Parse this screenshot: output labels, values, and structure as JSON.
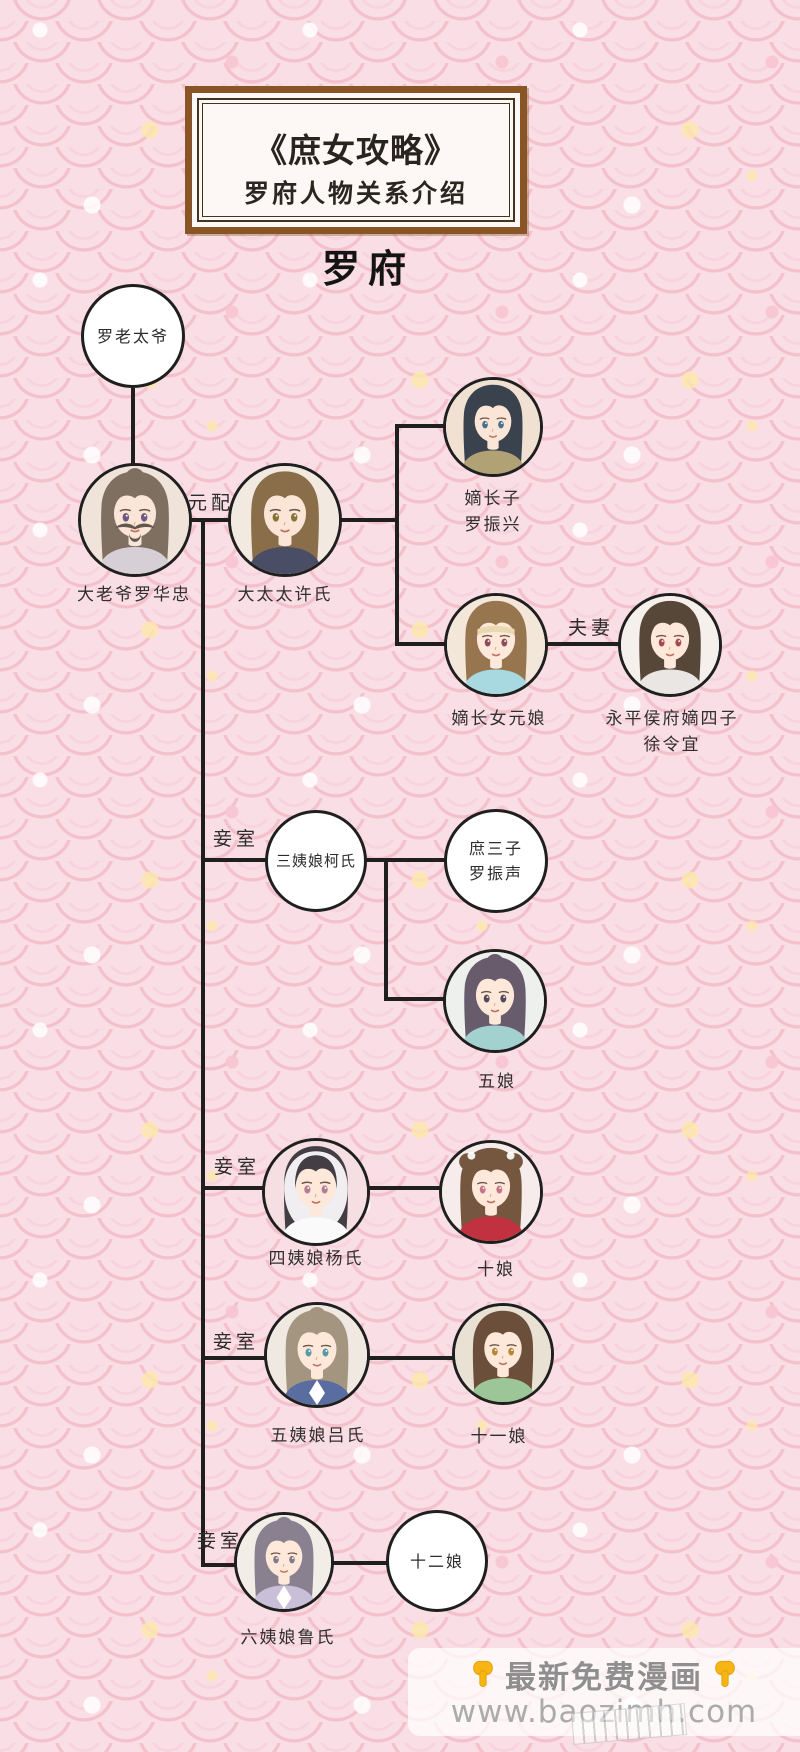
{
  "title": {
    "line1": "《庶女攻略》",
    "line2": "罗府人物关系介绍"
  },
  "heading": "罗府",
  "relationship_labels": {
    "first_wife": "元配",
    "couple": "夫妻",
    "concubine": "妾室"
  },
  "nodes": {
    "patriarch": {
      "label": "罗老太爷"
    },
    "da_laoye": {
      "label": "大老爷罗华忠"
    },
    "da_taitai": {
      "label": "大太太许氏"
    },
    "di_zhangzi": {
      "line1": "嫡长子",
      "line2": "罗振兴"
    },
    "di_zhangnv": {
      "label": "嫡长女元娘"
    },
    "xu_lingyi": {
      "line1": "永平侯府嫡四子",
      "line2": "徐令宜"
    },
    "san_yiniang": {
      "label": "三姨娘柯氏"
    },
    "shu_sanzi": {
      "line1": "庶三子",
      "line2": "罗振声"
    },
    "wu_niang": {
      "label": "五娘"
    },
    "si_yiniang": {
      "label": "四姨娘杨氏"
    },
    "shi_niang": {
      "label": "十娘"
    },
    "wu_yiniang": {
      "label": "五姨娘吕氏"
    },
    "shiyi_niang": {
      "label": "十一娘"
    },
    "liu_yiniang": {
      "label": "六姨娘鲁氏"
    },
    "shier_niang": {
      "label": "十二娘"
    }
  },
  "watermark": {
    "hand_icon": "👇",
    "line1": "最新免费漫画",
    "line2": "www.baozimh.com"
  },
  "colors": {
    "background_pink": "#fadee5",
    "scale_stroke": "#f2bdc9",
    "frame_brown": "#8a5526",
    "line_color": "#1f1f1f",
    "banner_text": "#8f8f8f",
    "hand_yellow": "#f6b512"
  }
}
